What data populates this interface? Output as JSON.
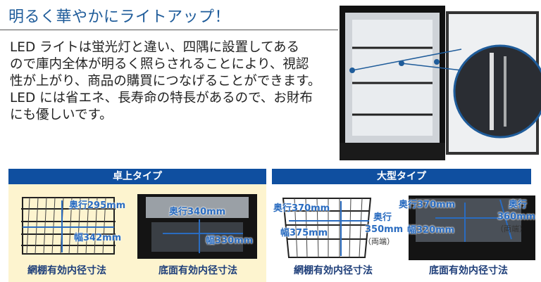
{
  "headline": "明るく華やかにライトアップ！",
  "body_lines": [
    "LED ライトは蛍光灯と違い、四隅に設置してある",
    "ので庫内全体が明るく照らされることにより、視認",
    "性が上がり、商品の購買につなげることができます。",
    "LED には省エネ、長寿命の特長があるので、お財布",
    "にも優しいです。"
  ],
  "tabletop": {
    "title": "卓上タイプ",
    "shelf": {
      "caption": "網棚有効内径寸法",
      "depth": "奥行295mm",
      "width": "幅342mm"
    },
    "bottom": {
      "caption": "底面有効内径寸法",
      "depth": "奥行340mm",
      "width": "幅330mm"
    }
  },
  "large": {
    "title": "大型タイプ",
    "shelf": {
      "caption": "網棚有効内径寸法",
      "depth": "奥行370mm",
      "width": "幅375mm",
      "depth_ends_label": "奥行",
      "depth_ends": "350mm",
      "ends_note": "（両端）"
    },
    "bottom": {
      "caption": "底面有効内径寸法",
      "depth": "奥行370mm",
      "width": "幅320mm",
      "depth_ends_label": "奥行",
      "depth_ends": "360mm",
      "ends_note": "（両端）"
    }
  },
  "colors": {
    "accent": "#0f4fa0",
    "title": "#1f5c9a",
    "panel": "#fdf4cf",
    "dim": "#2a6cc0"
  }
}
